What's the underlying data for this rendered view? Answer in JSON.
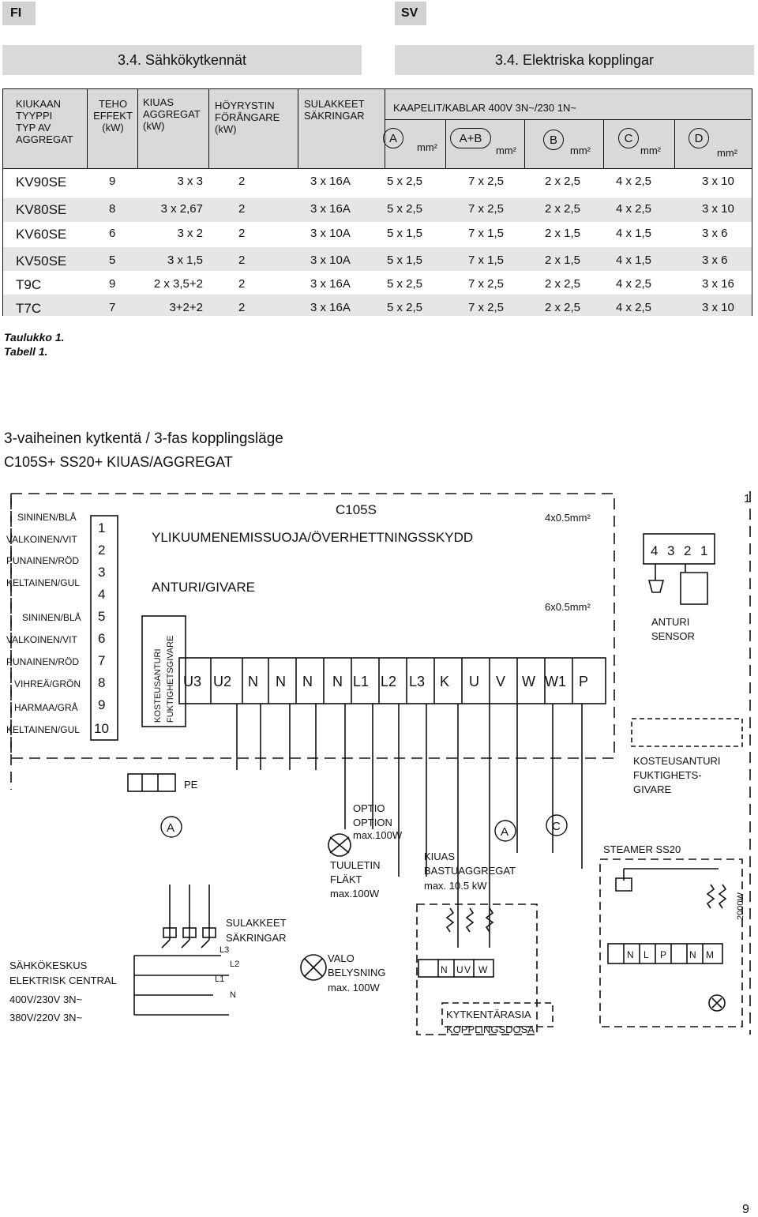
{
  "header": {
    "lang_left": "FI",
    "lang_right": "SV",
    "section_left": "3.4. Sähkökytkennät",
    "section_right": "3.4. Elektriska kopplingar"
  },
  "table": {
    "col_model": [
      "KIUKAAN",
      "TYYPPI",
      "TYP AV",
      "AGGREGAT"
    ],
    "col_power": [
      "TEHO",
      "EFFEKT",
      "(kW)"
    ],
    "col_heater": [
      "KIUAS",
      "AGGREGAT",
      "(kW)"
    ],
    "col_steamer": [
      "HÖYRYSTIN",
      "FÖRÅNGARE",
      "(kW)"
    ],
    "col_fuses": [
      "SULAKKEET",
      "SÄKRINGAR"
    ],
    "cables_title": "KAAPELIT/KABLAR 400V 3N~/230 1N~",
    "cable_cols": [
      "A",
      "A+B",
      "B",
      "C",
      "D"
    ],
    "unit": "mm²",
    "rows": [
      {
        "model": "KV90SE",
        "power": "9",
        "heater": "3 x 3",
        "steamer": "2",
        "fuse": "3 x 16A",
        "a": "5 x 2,5",
        "ab": "7 x 2,5",
        "b": "2 x 2,5",
        "c": "4 x 2,5",
        "d": "3 x 10"
      },
      {
        "model": "KV80SE",
        "power": "8",
        "heater": "3 x 2,67",
        "steamer": "2",
        "fuse": "3 x 16A",
        "a": "5 x 2,5",
        "ab": "7 x 2,5",
        "b": "2 x 2,5",
        "c": "4 x 2,5",
        "d": "3 x 10"
      },
      {
        "model": "KV60SE",
        "power": "6",
        "heater": "3 x 2",
        "steamer": "2",
        "fuse": "3 x 10A",
        "a": "5 x 1,5",
        "ab": "7 x 1,5",
        "b": "2 x 1,5",
        "c": "4 x 1,5",
        "d": "3 x 6"
      },
      {
        "model": "KV50SE",
        "power": "5",
        "heater": "3 x 1,5",
        "steamer": "2",
        "fuse": "3 x 10A",
        "a": "5 x 1,5",
        "ab": "7 x 1,5",
        "b": "2 x 1,5",
        "c": "4 x 1,5",
        "d": "3 x 6"
      },
      {
        "model": "T9C",
        "power": "9",
        "heater": "2 x 3,5+2",
        "steamer": "2",
        "fuse": "3 x 16A",
        "a": "5 x 2,5",
        "ab": "7 x 2,5",
        "b": "2 x 2,5",
        "c": "4 x 2,5",
        "d": "3 x 16"
      },
      {
        "model": "T7C",
        "power": "7",
        "heater": "3+2+2",
        "steamer": "2",
        "fuse": "3 x 16A",
        "a": "5 x 2,5",
        "ab": "7 x 2,5",
        "b": "2 x 2,5",
        "c": "4 x 2,5",
        "d": "3 x 10"
      }
    ],
    "caption_fi": "Taulukko 1.",
    "caption_sv": "Tabell 1."
  },
  "diagram": {
    "title": "3-vaiheinen kytkentä / 3-fas kopplingsläge",
    "subtitle": "C105S+ SS20+ KIUAS/AGGREGAT",
    "figure_number": "1",
    "wires": [
      {
        "label": "SININEN/BLÅ",
        "num": "1"
      },
      {
        "label": "VALKOINEN/VIT",
        "num": "2"
      },
      {
        "label": "PUNAINEN/RÖD",
        "num": "3"
      },
      {
        "label": "KELTAINEN/GUL",
        "num": "4"
      },
      {
        "label": "SININEN/BLÅ",
        "num": "5"
      },
      {
        "label": "VALKOINEN/VIT",
        "num": "6"
      },
      {
        "label": "PUNAINEN/RÖD",
        "num": "7"
      },
      {
        "label": "VIHREÄ/GRÖN",
        "num": "8"
      },
      {
        "label": "HARMAA/GRÅ",
        "num": "9"
      },
      {
        "label": "KELTAINEN/GUL",
        "num": "10"
      }
    ],
    "controller": "C105S",
    "overheat": "YLIKUUMENEMISSUOJA/ÖVERHETTNINGSSKYDD",
    "sensor_label": "ANTURI/GIVARE",
    "humidity_vertical_1": "KOSTEUSANTURI",
    "humidity_vertical_2": "FUKTIGHETSGIVARE",
    "cable_4x": "4x0.5mm²",
    "cable_6x": "6x0.5mm²",
    "terminals": [
      "U3",
      "U2",
      "N",
      "N",
      "N",
      "N",
      "L1",
      "L2",
      "L3",
      "K",
      "U",
      "V",
      "W",
      "W1",
      "P"
    ],
    "sensor_pins": [
      "4",
      "3",
      "2",
      "1"
    ],
    "anturi": [
      "ANTURI",
      "SENSOR"
    ],
    "humidity_block": [
      "KOSTEUSANTURI",
      "FUKTIGHETS-",
      "GIVARE"
    ],
    "pe": "PE",
    "circle_a1": "A",
    "circle_a2": "A",
    "circle_c": "C",
    "option": [
      "OPTIO",
      "OPTION",
      "max.100W"
    ],
    "fan": [
      "TUULETIN",
      "FLÄKT",
      "max.100W"
    ],
    "heater": [
      "KIUAS",
      "BASTUAGGREGAT",
      "max. 10.5 kW"
    ],
    "steamer": "STEAMER SS20",
    "steamer_power": "2000W",
    "fuses": [
      "SULAKKEET",
      "SÄKRINGAR"
    ],
    "phases": [
      "L3",
      "L2",
      "L1",
      "N"
    ],
    "central": [
      "SÄHKÖKESKUS",
      "ELEKTRISK CENTRAL",
      "400V/230V 3N~",
      "380V/220V 3N~"
    ],
    "light": [
      "VALO",
      "BELYSNING",
      "max. 100W"
    ],
    "heater_terminals": [
      "N",
      "U",
      "V",
      "W"
    ],
    "steamer_terminals": [
      "N",
      "L",
      "P",
      "N",
      "M"
    ],
    "junction": [
      "KYTKENTÄRASIA",
      "KOPPLINGSDOSA"
    ]
  },
  "page_number": "9"
}
